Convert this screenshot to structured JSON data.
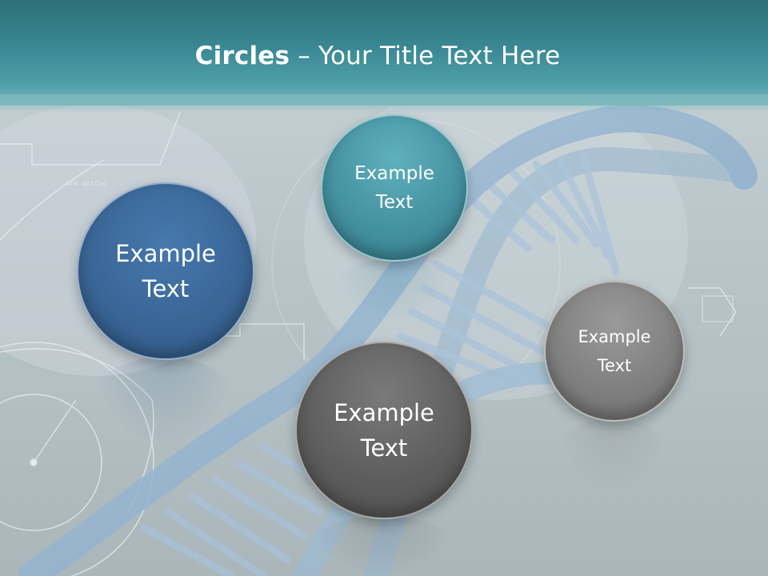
{
  "slide": {
    "title_bold": "Circles",
    "title_rest": " – Your Title Text Here"
  },
  "circles": [
    {
      "label": "Example\nText",
      "color": "#3a6696"
    },
    {
      "label": "Example\nText",
      "color": "#4592a0"
    },
    {
      "label": "Example\nText",
      "color": "#5e5e5e"
    },
    {
      "label": "Example\nText",
      "color": "#808080"
    }
  ],
  "background": {
    "header_color": "#3a8893",
    "body_color": "#b9c6ca",
    "tiny_code_text": "ATG GCCCGC"
  },
  "icons": [
    "dna-helix-graphic"
  ]
}
